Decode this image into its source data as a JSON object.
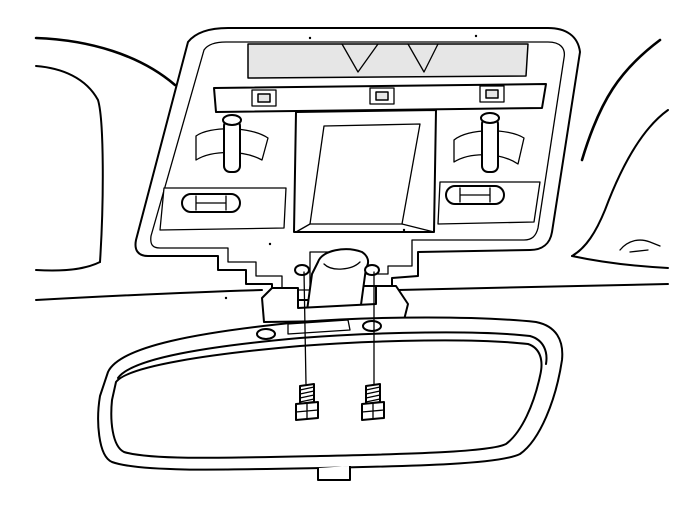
{
  "diagram": {
    "parts": [
      {
        "id": "headliner",
        "icon": "headliner-outline"
      },
      {
        "id": "console-bracket",
        "icon": "overhead-console-bracket"
      },
      {
        "id": "mirror-mount",
        "icon": "mirror-mount-arm"
      },
      {
        "id": "rearview-mirror",
        "icon": "rearview-mirror"
      },
      {
        "id": "screw-left",
        "icon": "screw-icon"
      },
      {
        "id": "screw-right",
        "icon": "screw-icon"
      }
    ],
    "colors": {
      "line": "#000000",
      "background": "#ffffff",
      "shade": "#e6e6e6"
    }
  }
}
